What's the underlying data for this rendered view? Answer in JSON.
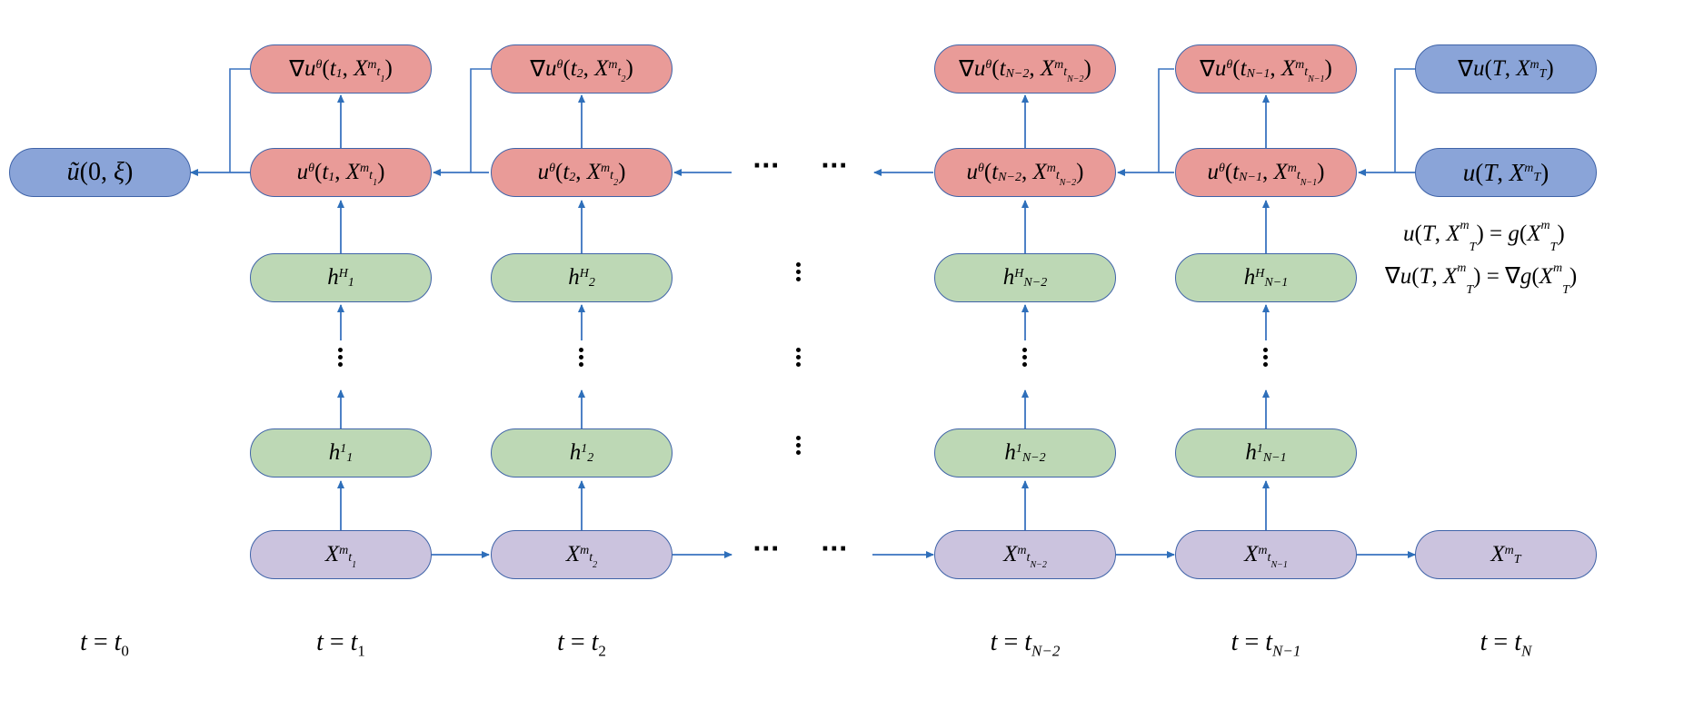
{
  "nodes": {
    "grad_t1": "∇u^θ(t₁, X^m_{t₁})",
    "grad_t2": "∇u^θ(t₂, X^m_{t₂})",
    "grad_tN2": "∇u^θ(t_{N−2}, X^m_{t_{N−2}})",
    "grad_tN1": "∇u^θ(t_{N−1}, X^m_{t_{N−1}})",
    "grad_T": "∇u(T, X^m_T)",
    "u0": "ũ(0, ξ)",
    "u_t1": "u^θ(t₁, X^m_{t₁})",
    "u_t2": "u^θ(t₂, X^m_{t₂})",
    "u_tN2": "u^θ(t_{N−2}, X^m_{t_{N−2}})",
    "u_tN1": "u^θ(t_{N−1}, X^m_{t_{N−1}})",
    "u_T": "u(T, X^m_T)",
    "hH_1": "h^H_1",
    "hH_2": "h^H_2",
    "hH_N2": "h^H_{N−2}",
    "hH_N1": "h^H_{N−1}",
    "h1_1": "h^1_1",
    "h1_2": "h^1_2",
    "h1_N2": "h^1_{N−2}",
    "h1_N1": "h^1_{N−1}",
    "X_t1": "X^m_{t₁}",
    "X_t2": "X^m_{t₂}",
    "X_tN2": "X^m_{t_{N−2}}",
    "X_tN1": "X^m_{t_{N−1}}",
    "X_T": "X^m_T"
  },
  "terminal_conditions": {
    "value": "u(T, X^m_T) = g(X^m_T)",
    "gradient": "∇u(T, X^m_T) = ∇g(X^m_T)"
  },
  "time_labels": [
    "t = t₀",
    "t = t₁",
    "t = t₂",
    "t = t_{N−2}",
    "t = t_{N−1}",
    "t = t_N"
  ],
  "ellipsis": "···",
  "colors": {
    "network_output": "#e99b98",
    "terminal": "#8aa4d8",
    "hidden_layer": "#bdd8b5",
    "state": "#cbc3de",
    "arrow": "#2e6fba",
    "border": "#3f63a8"
  }
}
